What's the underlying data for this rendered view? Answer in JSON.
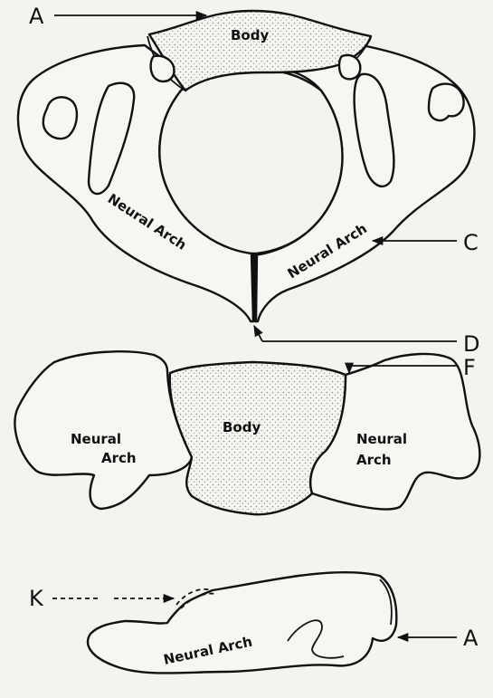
{
  "labels": {
    "top_a": "A",
    "c": "C",
    "d": "D",
    "f": "F",
    "k": "K",
    "bottom_a": "A"
  },
  "parts": {
    "top_body": "Body",
    "top_arch_left": "Neural Arch",
    "top_arch_right": "Neural Arch",
    "mid_arch_left_1": "Neural",
    "mid_arch_left_2": "Arch",
    "mid_body": "Body",
    "mid_arch_right_1": "Neural",
    "mid_arch_right_2": "Arch",
    "bottom_arch": "Neural Arch"
  },
  "colors": {
    "ink": "#111111",
    "paper": "#f4f3ef",
    "stipple": "#8a8a8a"
  }
}
